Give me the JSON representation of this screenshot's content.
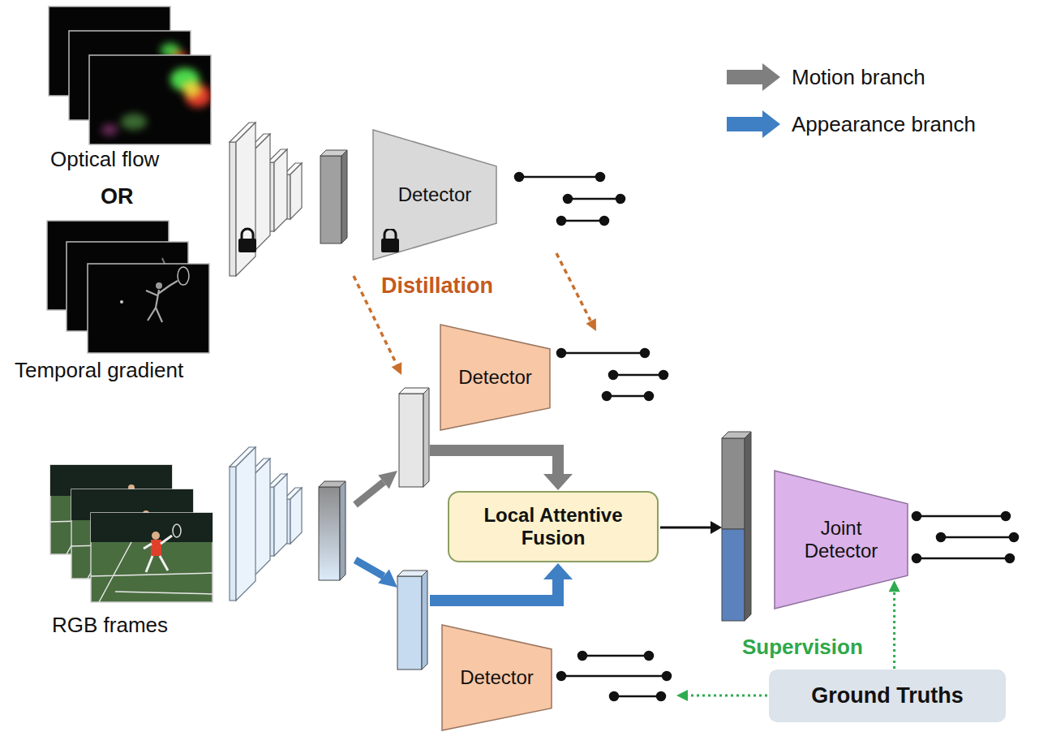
{
  "diagram": {
    "nodes": [
      {
        "text": [
          "Detector"
        ]
      },
      {
        "text": [
          "Detector"
        ]
      },
      {
        "text": [
          "Local Attentive Fusion"
        ]
      },
      {
        "text": [
          "Joint Detector"
        ]
      },
      {
        "text": [
          "Detector"
        ]
      },
      {
        "text": [
          "Ground Truths"
        ]
      }
    ],
    "edges": [
      {
        "from": 5,
        "to": 3,
        "arrow": "to"
      }
    ],
    "labels": [
      "Optical flow",
      "OR",
      "Temporal gradient",
      "Distillation",
      "RGB frames",
      "Supervision"
    ],
    "legend": [
      {
        "text": "Motion branch",
        "color": "#7f7f7f"
      },
      {
        "text": "Appearance branch",
        "color": "#3f7fc4"
      }
    ]
  }
}
